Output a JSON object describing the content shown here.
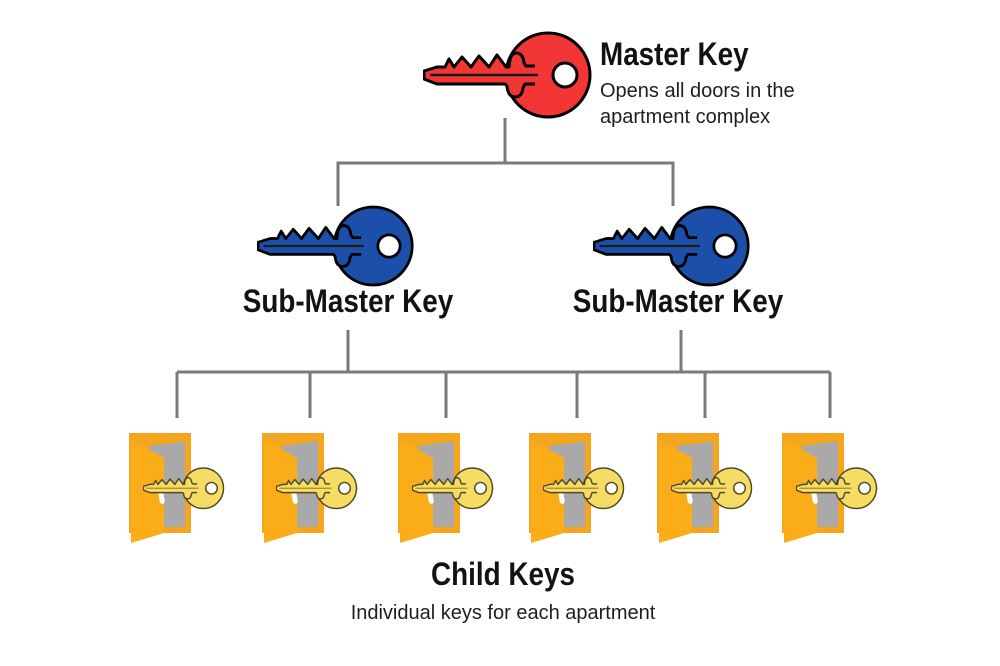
{
  "master": {
    "label": "Master Key",
    "description_line1": "Opens all doors in the",
    "description_line2": "apartment complex"
  },
  "submasters": {
    "left_label": "Sub-Master Key",
    "right_label": "Sub-Master Key"
  },
  "child_keys": {
    "heading": "Child Keys",
    "subtitle": "Individual keys for each apartment",
    "count": 6
  },
  "icons": {
    "master": "red-key-icon",
    "submaster": "blue-key-icon",
    "child": "open-door-with-yellow-key-icon"
  },
  "colors": {
    "master_key": "#F23535",
    "submaster_key": "#1B4FAA",
    "child_key": "#F6DC64",
    "child_key_outline": "#4C4A24",
    "child_key_groove": "#AD8A23",
    "door_frame": "#F5A51E",
    "door_panel": "#FAAD19",
    "doorway": "#A9A9A9",
    "line": "#7A7A7A",
    "heading_text": "#121212",
    "body_text": "#1E1E1E"
  }
}
